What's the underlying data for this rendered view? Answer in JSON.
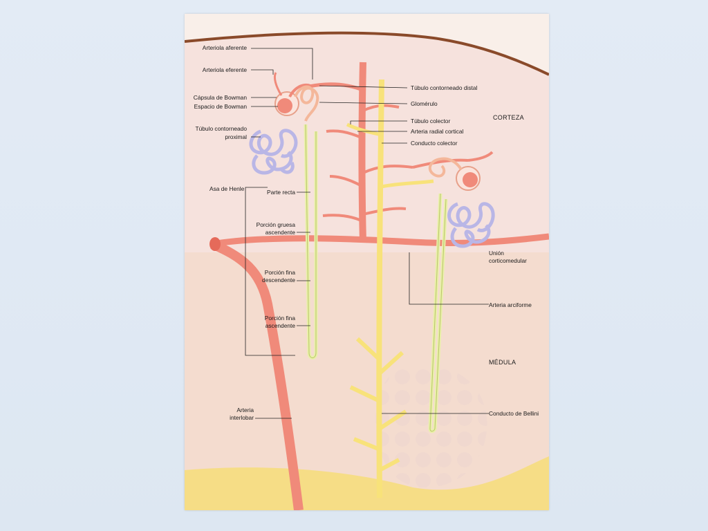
{
  "figure": {
    "labels_left": {
      "arteriola_aferente": "Arteriola aferente",
      "arteriola_eferente": "Arteriola eferente",
      "capsula_bowman": "Cápsula de Bowman",
      "espacio_bowman": "Espacio de Bowman",
      "tubulo_proximal_1": "Túbulo contorneado",
      "tubulo_proximal_2": "proximal",
      "asa_henle": "Asa de Henle",
      "parte_recta": "Parte recta",
      "porcion_gruesa_1": "Porción gruesa",
      "porcion_gruesa_2": "ascendente",
      "porcion_fina_desc_1": "Porción fina",
      "porcion_fina_desc_2": "descendente",
      "porcion_fina_asc_1": "Porción fina",
      "porcion_fina_asc_2": "ascendente",
      "arteria_interlobar_1": "Arteria",
      "arteria_interlobar_2": "interlobar"
    },
    "labels_right": {
      "tubulo_distal": "Túbulo contorneado distal",
      "glomerulo": "Glomérulo",
      "tubulo_colector": "Túbulo colector",
      "arteria_radial": "Arteria radial cortical",
      "conducto_colector": "Conducto colector",
      "union_1": "Unión",
      "union_2": "corticomedular",
      "arteria_arciforme": "Arteria arciforme",
      "conducto_bellini": "Conducto de Bellini"
    },
    "zones": {
      "corteza": "CORTEZA",
      "medula": "MÉDULA"
    },
    "colors": {
      "cortex": "#f7e6e0",
      "medulla": "#f5d9cc",
      "capsule": "#8a4a2a",
      "artery": "#f08a7a",
      "duct": "#f8e27a",
      "tubule": "#e9f0a8",
      "proximal_tubule": "#b9b6e6",
      "pelvis": "#f6db7e"
    }
  }
}
